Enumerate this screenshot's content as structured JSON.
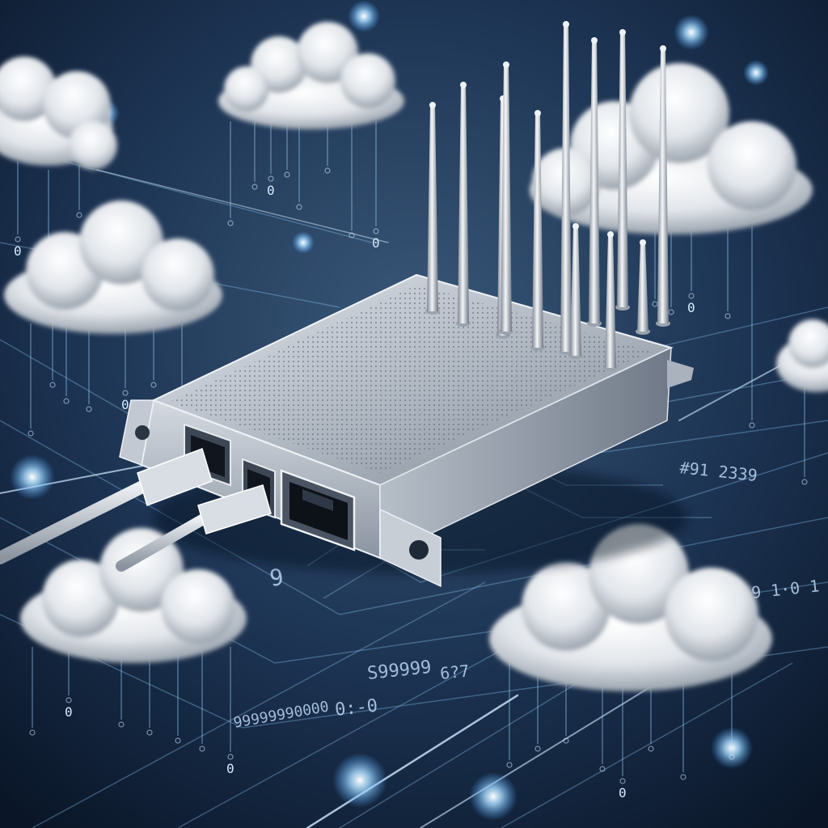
{
  "scene": {
    "floor_labels": [
      {
        "text": "S99999",
        "id": "floor-text-1"
      },
      {
        "text": "0:-0",
        "id": "floor-text-2"
      },
      {
        "text": "6?7",
        "id": "floor-text-3"
      },
      {
        "text": "99999990000",
        "id": "floor-text-4"
      },
      {
        "text": "9",
        "id": "floor-text-5"
      },
      {
        "text": "9 1·0 1",
        "id": "floor-text-6"
      },
      {
        "text": "#91 2339",
        "id": "floor-text-7"
      }
    ],
    "rain_digit": "0",
    "colors": {
      "background": "#0f1e33",
      "glow": "#8fd3ff",
      "metal": "#c9ced6",
      "cloud": "#e9ecef"
    }
  }
}
